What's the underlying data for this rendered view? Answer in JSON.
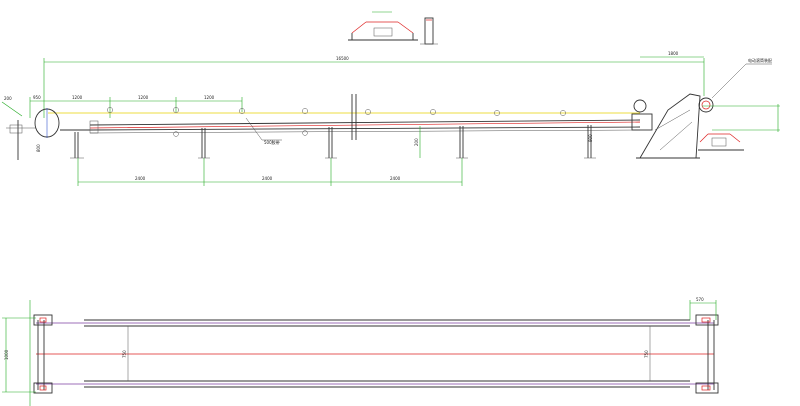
{
  "drawing": {
    "colors": {
      "dimension": "#22aa22",
      "belt_top": "#e8d200",
      "belt_red": "#d22222",
      "frame": "#333333",
      "plan_edge": "#7b3fa0"
    },
    "elevation": {
      "overall_length": "16500",
      "head_section": "1800",
      "left_offset": "950",
      "idler_spacing_1": "1200",
      "idler_spacing_2": "1200",
      "idler_spacing_3": "1200",
      "support_span_1": "2400",
      "support_span_2": "2400",
      "support_span_3": "2400",
      "height_label_left": "800",
      "height_label_right": "900",
      "belt_note": "500胶带",
      "drive_note": "电动滚筒装配",
      "height_left_small": "200",
      "height_mid": "200"
    },
    "plan": {
      "width_label_left": "1000",
      "width_label_mid": "750",
      "width_label_right": "750",
      "right_end_dim": "570"
    }
  }
}
